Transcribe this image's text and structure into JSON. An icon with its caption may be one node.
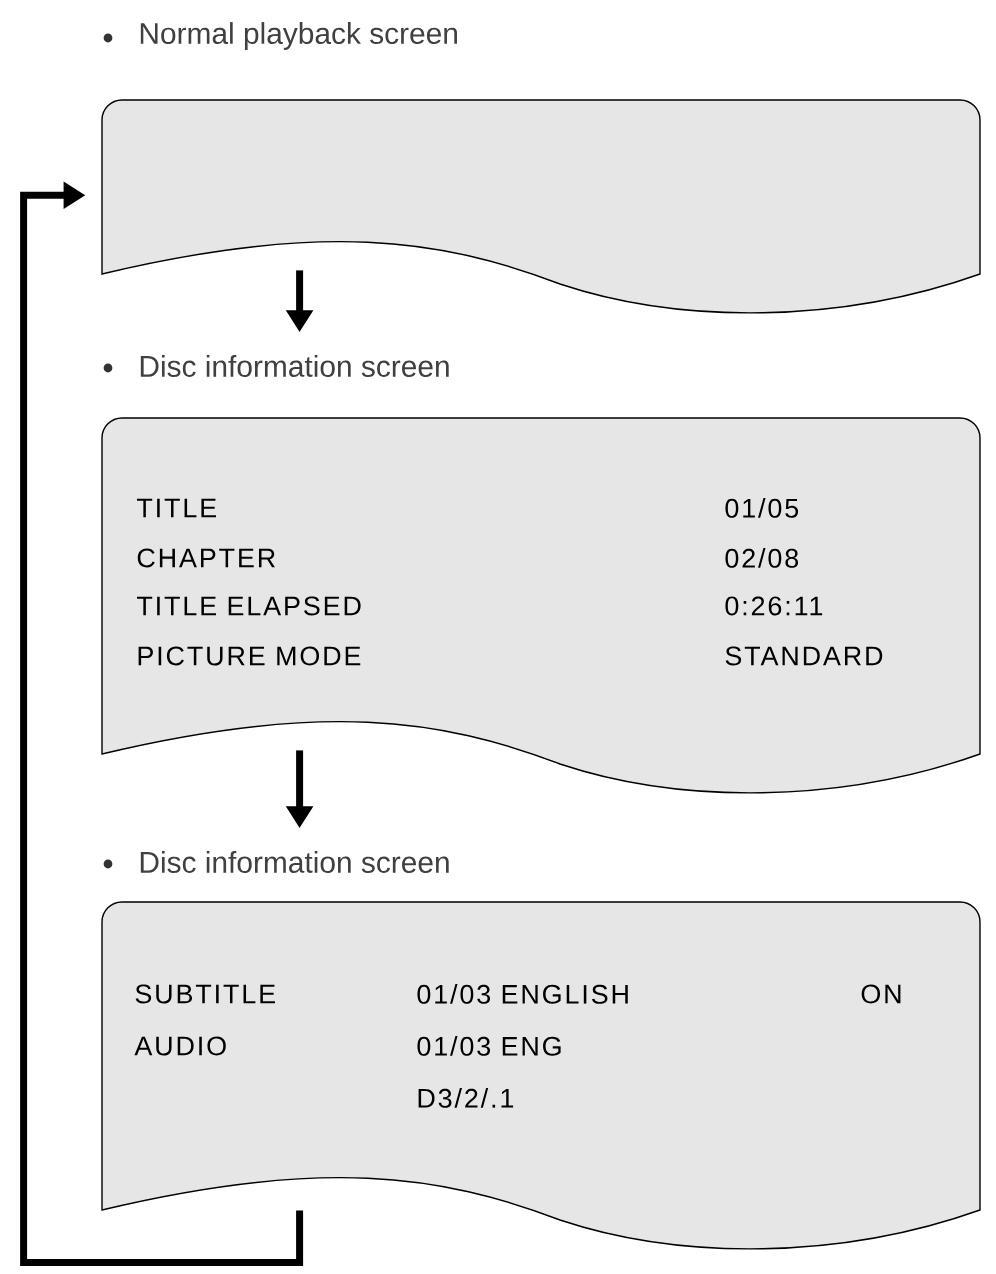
{
  "diagram": {
    "nodes": [
      {
        "text": [
          "Normal playback screen"
        ]
      },
      {
        "text": [
          "Disc information screen",
          "TITLE",
          "01/05",
          "CHAPTER",
          "02/08",
          "TITLE ELAPSED",
          "0:26:11",
          "PICTURE MODE",
          "STANDARD"
        ]
      },
      {
        "text": [
          "Disc information screen",
          "SUBTITLE",
          "01/03 ENGLISH",
          "ON",
          "AUDIO",
          "01/03 ENG",
          "D3/2/.1"
        ]
      }
    ],
    "edges": [
      {
        "from": 0,
        "to": 1,
        "arrow": "to"
      },
      {
        "from": 1,
        "to": 2,
        "arrow": "to"
      },
      {
        "from": 2,
        "to": 0,
        "arrow": "to"
      }
    ]
  }
}
